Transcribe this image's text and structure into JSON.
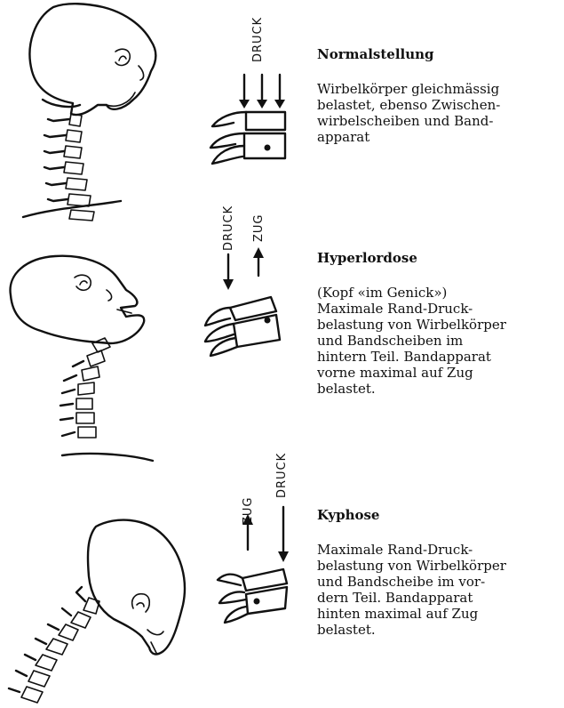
{
  "figure": {
    "panels": [
      {
        "id": "normal",
        "title": "Normalstellung",
        "description": "Wirbelkörper gleichmässig\nbelastet, ebenso Zwischen-\nwirbelscheiben und Band-\napparat",
        "arrow_labels": [
          "DRUCK"
        ]
      },
      {
        "id": "hyperlordose",
        "title": "Hyperlordose",
        "description": "(Kopf «im Genick»)\nMaximale Rand-Druck-\nbelastung von Wirbelkörper\nund Bandscheiben im\nhintern Teil. Bandapparat\nvorne maximal auf Zug\nbelastet.",
        "arrow_labels": [
          "DRUCK",
          "ZUG"
        ]
      },
      {
        "id": "kyphose",
        "title": "Kyphose",
        "description": "Maximale Rand-Druck-\nbelastung von Wirbelkörper\nund Bandscheibe im vor-\ndern Teil. Bandapparat\nhinten maximal auf Zug\nbelastet.",
        "arrow_labels": [
          "ZUG",
          "DRUCK"
        ]
      }
    ]
  }
}
